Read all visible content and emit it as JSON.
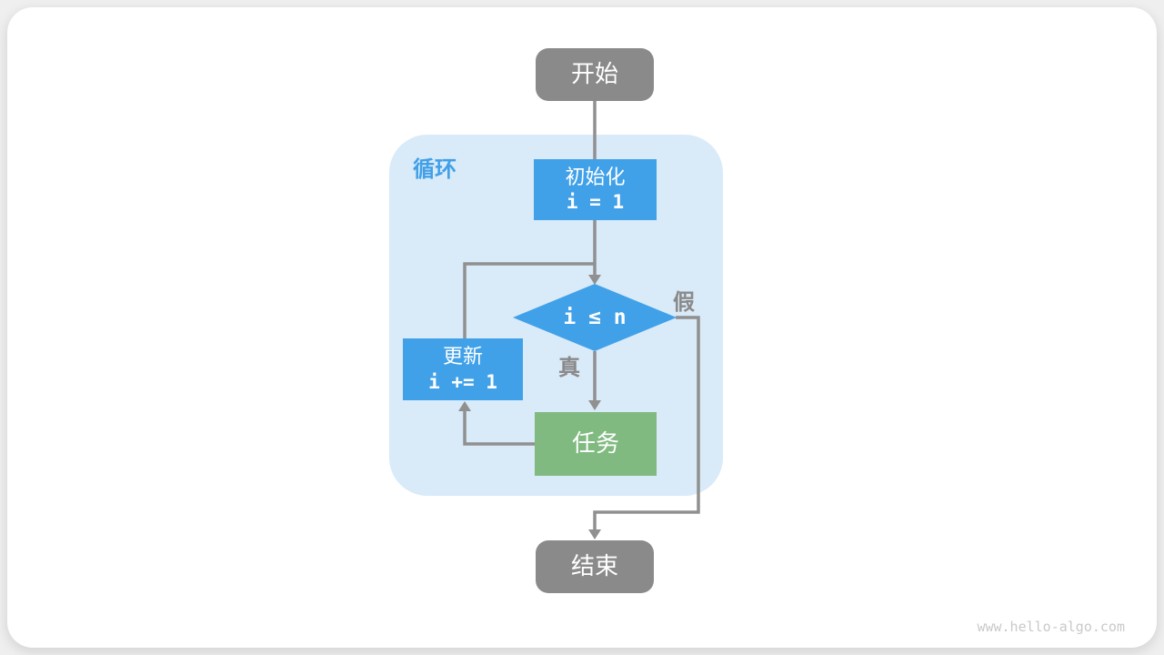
{
  "page": {
    "watermark": "www.hello-algo.com"
  },
  "flowchart": {
    "start": {
      "label": "开始"
    },
    "loop_container": {
      "label": "循环"
    },
    "init": {
      "title": "初始化",
      "code": "i = 1"
    },
    "condition": {
      "code": "i ≤ n"
    },
    "branch_true": {
      "label": "真"
    },
    "branch_false": {
      "label": "假"
    },
    "update": {
      "title": "更新",
      "code": "i += 1"
    },
    "task": {
      "label": "任务"
    },
    "end": {
      "label": "结束"
    }
  },
  "colors": {
    "node_gray": "#8a8a8a",
    "node_blue": "#41a1e8",
    "node_green": "#80ba80",
    "loop_container_bg": "#d9eaf8",
    "loop_label_blue": "#41a0e8",
    "connector_gray": "#909090",
    "branch_label_gray": "#8a8a8a",
    "watermark_gray": "#c9c9c9",
    "card_bg": "#ffffff",
    "page_bg": "#efefef"
  }
}
